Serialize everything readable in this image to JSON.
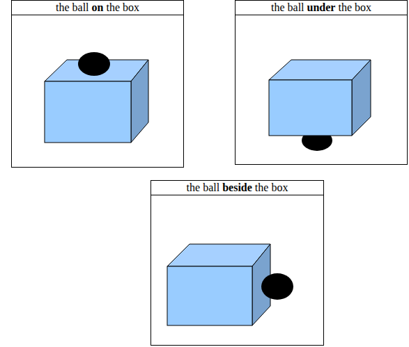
{
  "diagram": {
    "nodes": [
      {
        "text": [
          "the ball on the box"
        ]
      },
      {
        "text": [
          "the ball under the box"
        ]
      },
      {
        "text": [
          "the ball beside the box"
        ]
      }
    ]
  }
}
